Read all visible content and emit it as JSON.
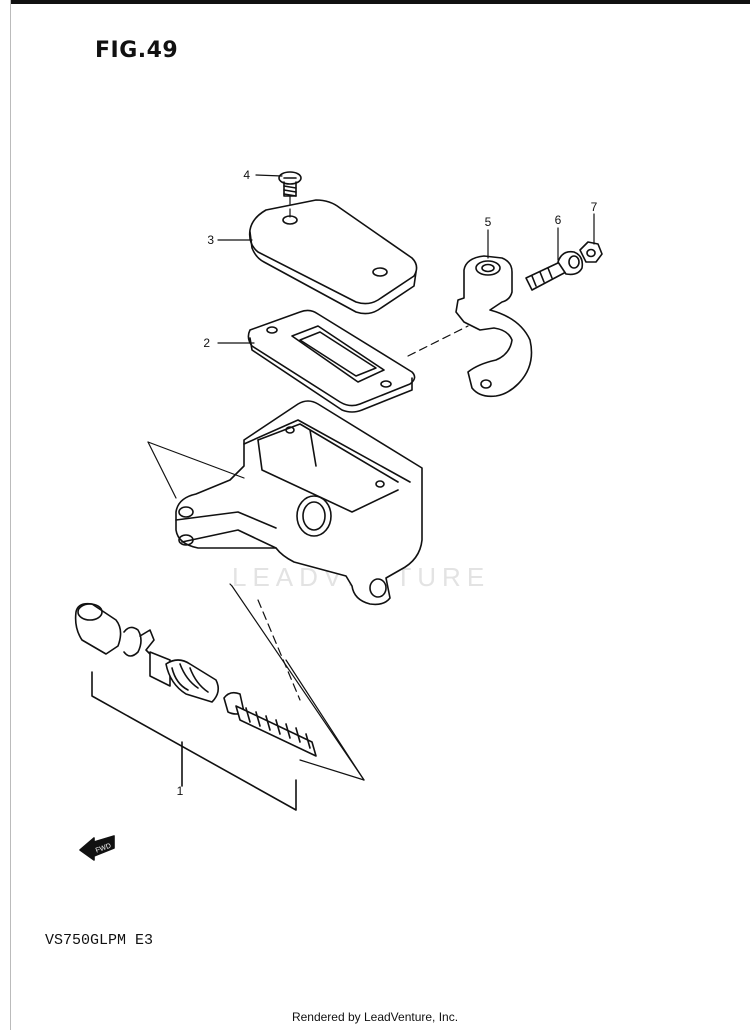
{
  "figure": {
    "title": "FIG.49",
    "model_code": "VS750GLPM  E3",
    "footer": "Rendered by LeadVenture, Inc.",
    "watermark": "LEADVENTURE",
    "fwd_label": "FWD"
  },
  "callouts": [
    {
      "num": "1",
      "part": "master-cylinder-kit"
    },
    {
      "num": "2",
      "part": "diaphragm"
    },
    {
      "num": "3",
      "part": "reservoir-cap"
    },
    {
      "num": "4",
      "part": "screw"
    },
    {
      "num": "5",
      "part": "holder"
    },
    {
      "num": "6",
      "part": "bolt"
    },
    {
      "num": "7",
      "part": "nut"
    }
  ]
}
